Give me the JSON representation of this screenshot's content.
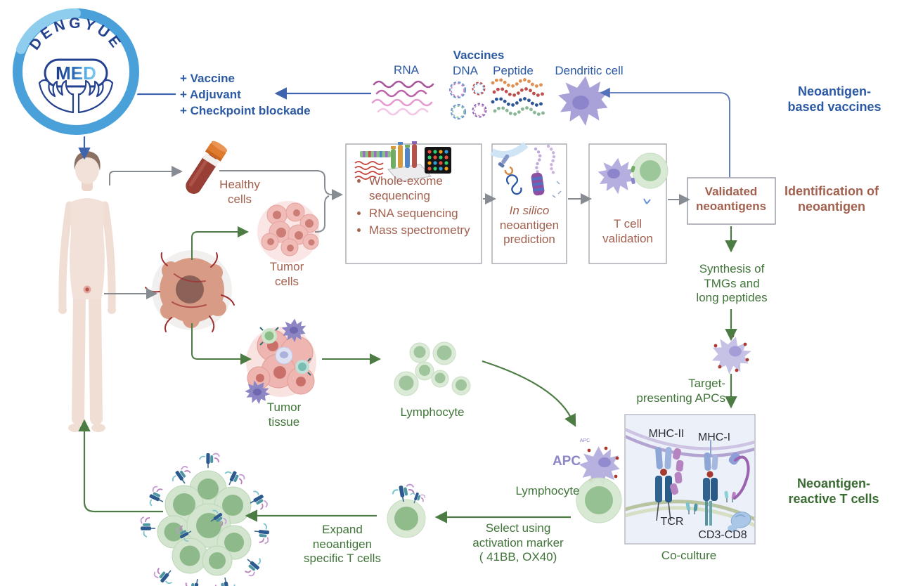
{
  "logo": {
    "brand": "DENGYUE",
    "sub": "MED"
  },
  "vaccine_panel": {
    "title": "Vaccines",
    "rna": "RNA",
    "dna": "DNA",
    "peptide": "Peptide",
    "dendritic": "Dendritic cell",
    "therapy": "+ Vaccine\n+ Adjuvant\n+ Checkpoint blockade"
  },
  "side_labels": {
    "vaccines": "Neoantigen-\nbased vaccines",
    "identification": "Identification of\nneoantigen",
    "reactive": "Neoantigen-\nreactive T cells"
  },
  "patient": {
    "healthy": "Healthy\ncells",
    "tumor_cells": "Tumor\ncells",
    "tumor_tissue": "Tumor\ntissue",
    "lymphocyte": "Lymphocyte"
  },
  "pipeline": {
    "sequencing": [
      "Whole-exome sequencing",
      "RNA sequencing",
      "Mass spectrometry"
    ],
    "insilico_em": "In silico",
    "insilico_rest": "neoantigen\nprediction",
    "tcell": "T cell\nvalidation",
    "validated": "Validated\nneoantigens",
    "synthesis": "Synthesis of\nTMGs and\nlong peptides",
    "target_apcs": "Target-\npresenting APCs"
  },
  "coculture": {
    "mhc2": "MHC-II",
    "mhc1": "MHC-I",
    "tcr": "TCR",
    "cd3cd8": "CD3-CD8",
    "caption": "Co-culture",
    "apc": "APC",
    "apc_small": "APC",
    "lymphocyte": "Lymphocyte"
  },
  "bottom": {
    "select": "Select using\nactivation marker\n( 41BB, OX40)",
    "expand": "Expand\nneoantigen\nspecific T cells"
  },
  "colors": {
    "blue_text": "#2b59a3",
    "brown_text": "#a2604f",
    "green_text": "#41753a",
    "purple_text": "#8b86c8",
    "arrow_gray": "#878c93",
    "arrow_green": "#4c7b44",
    "arrow_blue": "#3f64ae",
    "logo_ring": "#4aa1d9"
  }
}
